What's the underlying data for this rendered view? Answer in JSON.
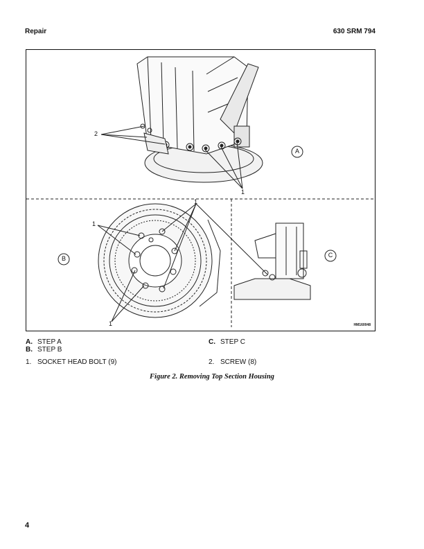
{
  "header": {
    "section": "Repair",
    "doc_id": "630 SRM 794"
  },
  "figure": {
    "callouts": {
      "a": "A",
      "b": "B",
      "c": "C",
      "one": "1",
      "two": "2"
    },
    "code": "HM160048"
  },
  "legend": {
    "steps": [
      {
        "key": "A.",
        "label": "STEP A"
      },
      {
        "key": "B.",
        "label": "STEP B"
      },
      {
        "key": "C.",
        "label": "STEP C"
      }
    ],
    "parts": [
      {
        "key": "1.",
        "label": "SOCKET HEAD BOLT (9)"
      },
      {
        "key": "2.",
        "label": "SCREW (8)"
      }
    ]
  },
  "caption": "Figure 2. Removing Top Section Housing",
  "page_number": "4"
}
